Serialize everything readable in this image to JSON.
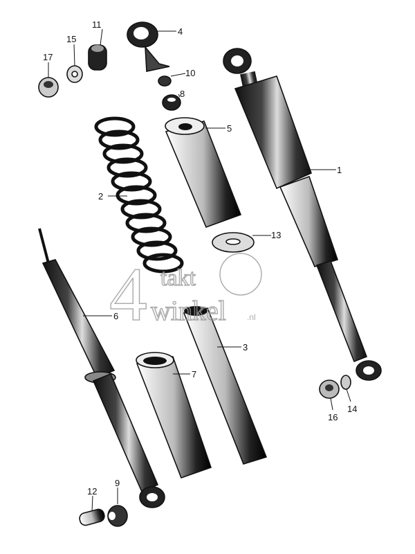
{
  "diagram": {
    "labels": [
      "1",
      "2",
      "3",
      "4",
      "5",
      "6",
      "7",
      "8",
      "9",
      "10",
      "11",
      "12",
      "13",
      "14",
      "15",
      "16",
      "17"
    ],
    "watermark": {
      "big": "4",
      "line1": "takt",
      "line2": "winkel",
      "suffix": ".nl"
    }
  }
}
